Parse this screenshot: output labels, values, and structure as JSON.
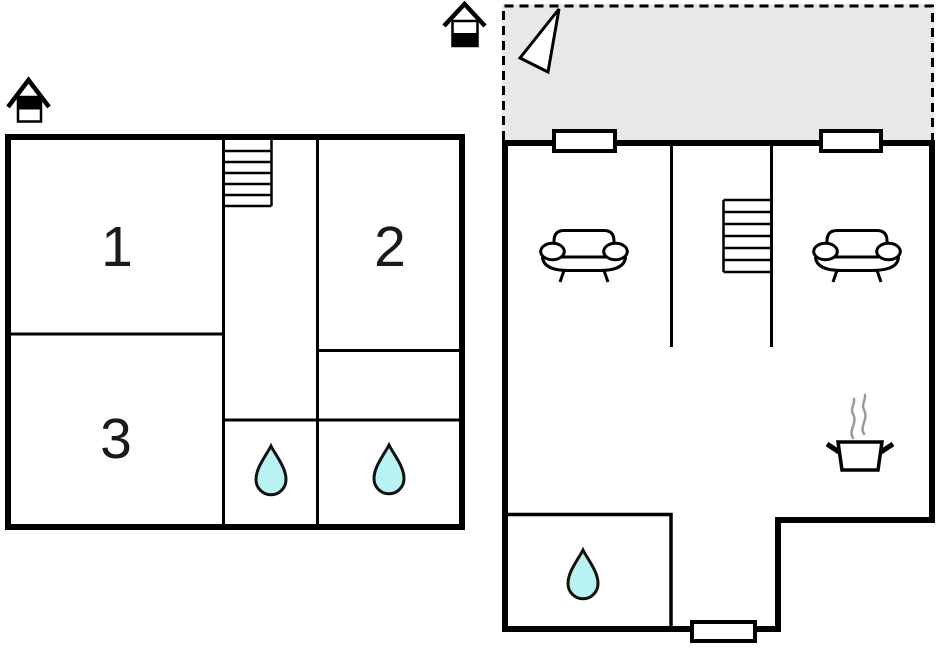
{
  "page": {
    "background": "#ffffff"
  },
  "colors": {
    "wall": "#000000",
    "terrace_fill": "#e8e8e8",
    "water_drop_fill": "#b9f2f2",
    "water_drop_stroke": "#111111",
    "steam_gray": "#999999",
    "label_color": "#1a1a1a"
  },
  "floorplans": {
    "upper": {
      "title": "upper-floor-plan",
      "floor_icon": "house-upper-floor-icon",
      "rooms": [
        {
          "label": "1"
        },
        {
          "label": "2"
        },
        {
          "label": "3"
        }
      ],
      "features": [
        "staircase",
        "water-drop-icon",
        "water-drop-icon"
      ]
    },
    "ground": {
      "title": "ground-floor-plan",
      "floor_icon": "house-ground-floor-icon",
      "features": [
        "terrace",
        "north-arrow-icon",
        "window",
        "window",
        "sofa-icon",
        "sofa-icon",
        "staircase",
        "cooking-pot-icon",
        "steam-icon",
        "water-drop-icon",
        "entrance-door"
      ]
    }
  }
}
